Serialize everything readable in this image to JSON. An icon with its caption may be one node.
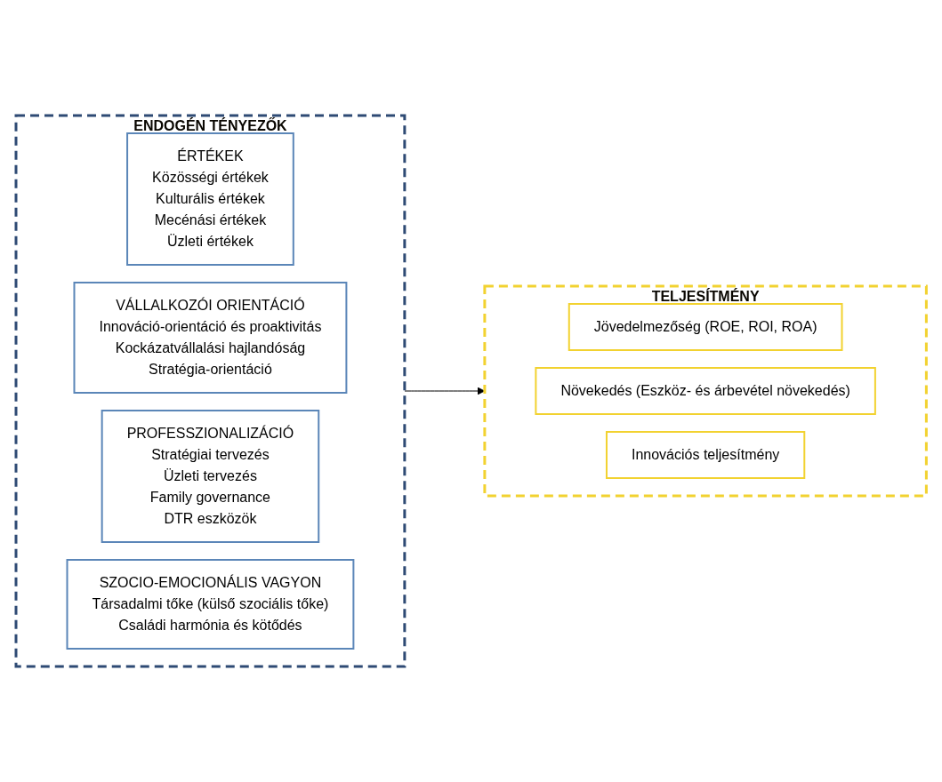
{
  "diagram": {
    "nodes": [
      {
        "text": [
          "ENDOGÉN TÉNYEZŐK"
        ]
      },
      {
        "text": [
          "ÉRTÉKEK",
          "Közösségi értékek",
          "Kulturális értékek",
          "Mecénási értékek",
          "Üzleti értékek"
        ],
        "in": 0
      },
      {
        "text": [
          "VÁLLALKOZÓI ORIENTÁCIÓ",
          "Innováció-orientáció és proaktivitás",
          "Kockázatvállalási hajlandóság",
          "Stratégia-orientáció"
        ],
        "in": 0
      },
      {
        "text": [
          "PROFESSZIONALIZÁCIÓ",
          "Stratégiai tervezés",
          "Üzleti tervezés",
          "Family governance",
          "DTR eszközök"
        ],
        "in": 0
      },
      {
        "text": [
          "SZOCIO-EMOCIONÁLIS VAGYON",
          "Társadalmi tőke (külső szociális tőke)",
          "Családi harmónia és kötődés"
        ],
        "in": 0
      },
      {
        "text": [
          "TELJESÍTMÉNY"
        ]
      },
      {
        "text": [
          "Jövedelmezőség (ROE, ROI, ROA)"
        ],
        "in": 5
      },
      {
        "text": [
          "Növekedés (Eszköz- és árbevétel növekedés)"
        ],
        "in": 5
      },
      {
        "text": [
          "Innovációs teljesítmény"
        ],
        "in": 5
      }
    ],
    "edges": [
      {
        "from": 0,
        "to": 5,
        "arrow": "to"
      }
    ]
  }
}
